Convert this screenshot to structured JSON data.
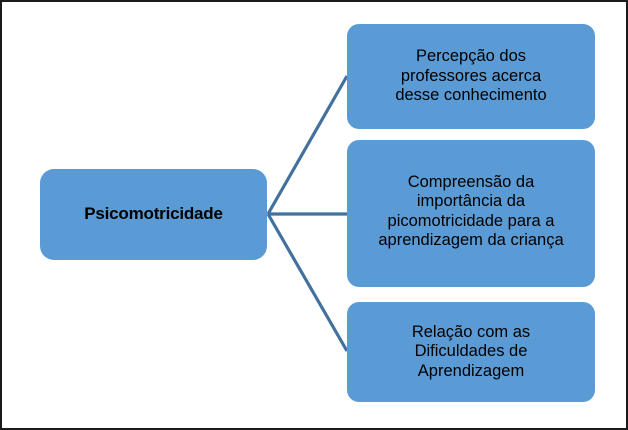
{
  "diagram": {
    "type": "mind-map",
    "background_color": "#ffffff",
    "frame_color": "#1a1a1a",
    "node_fill_color": "#5b9bd5",
    "connector_color": "#41719c",
    "text_color": "#000000",
    "root": {
      "id": "psicomotricidade",
      "label": "Psicomotricidade",
      "bold": true
    },
    "branches": [
      {
        "id": "percepcao-professores",
        "label": "Percepção dos\nprofessores acerca\ndesse conhecimento",
        "lines": [
          "Percepção dos",
          "professores acerca",
          "desse conhecimento"
        ]
      },
      {
        "id": "compreensao-importancia",
        "label": "Compreensão da\nimportância  da\npicomotricidade para a\naprendizagem da criança",
        "lines": [
          "Compreensão da",
          "importância  da",
          "picomotricidade para a",
          "aprendizagem da criança"
        ]
      },
      {
        "id": "relacao-dificuldades",
        "label": "Relação com as\nDificuldades de\nAprendizagem",
        "lines": [
          "Relação com as",
          "Dificuldades de",
          "Aprendizagem"
        ]
      }
    ],
    "connectors": [
      {
        "id": "connector-to-branch-0",
        "from": "psicomotricidade",
        "to": "percepcao-professores"
      },
      {
        "id": "connector-to-branch-1",
        "from": "psicomotricidade",
        "to": "compreensao-importancia"
      },
      {
        "id": "connector-to-branch-2",
        "from": "psicomotricidade",
        "to": "relacao-dificuldades"
      }
    ]
  }
}
